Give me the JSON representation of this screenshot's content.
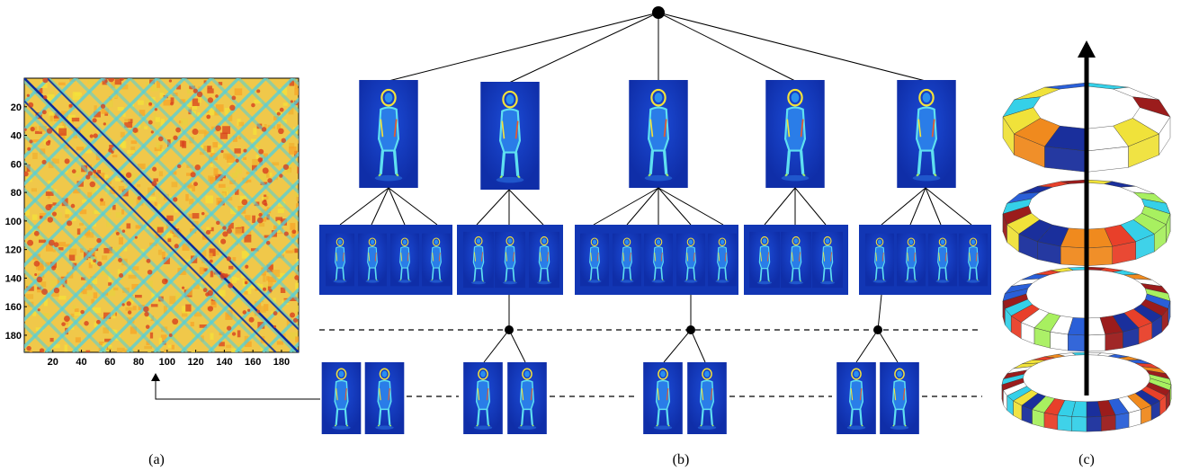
{
  "panels": {
    "a": {
      "caption": "(a)",
      "matrix_size": 192,
      "x_ticks": [
        "20",
        "40",
        "60",
        "80",
        "100",
        "120",
        "140",
        "160",
        "180"
      ],
      "y_ticks": [
        "20",
        "40",
        "60",
        "80",
        "100",
        "120",
        "140",
        "160",
        "180"
      ],
      "colors": {
        "low": "#0a2a9c",
        "mid": "#4fd0e0",
        "high": "#f4e23a",
        "peak": "#d8401e"
      }
    },
    "b": {
      "caption": "(b)",
      "level1_count": 5,
      "level2_groups": [
        4,
        3,
        5,
        3,
        4
      ],
      "level3_pairs": 4,
      "image_bg": "#1236b4"
    },
    "c": {
      "caption": "(c)",
      "ring_count": 4,
      "segment_colors": [
        "#e8402a",
        "#2a5fd8",
        "#35d0e8",
        "#f0e23a",
        "#f08a1e",
        "#9b1c1c",
        "#1a2f9c",
        "#a8f060",
        "#ffffff"
      ]
    }
  }
}
